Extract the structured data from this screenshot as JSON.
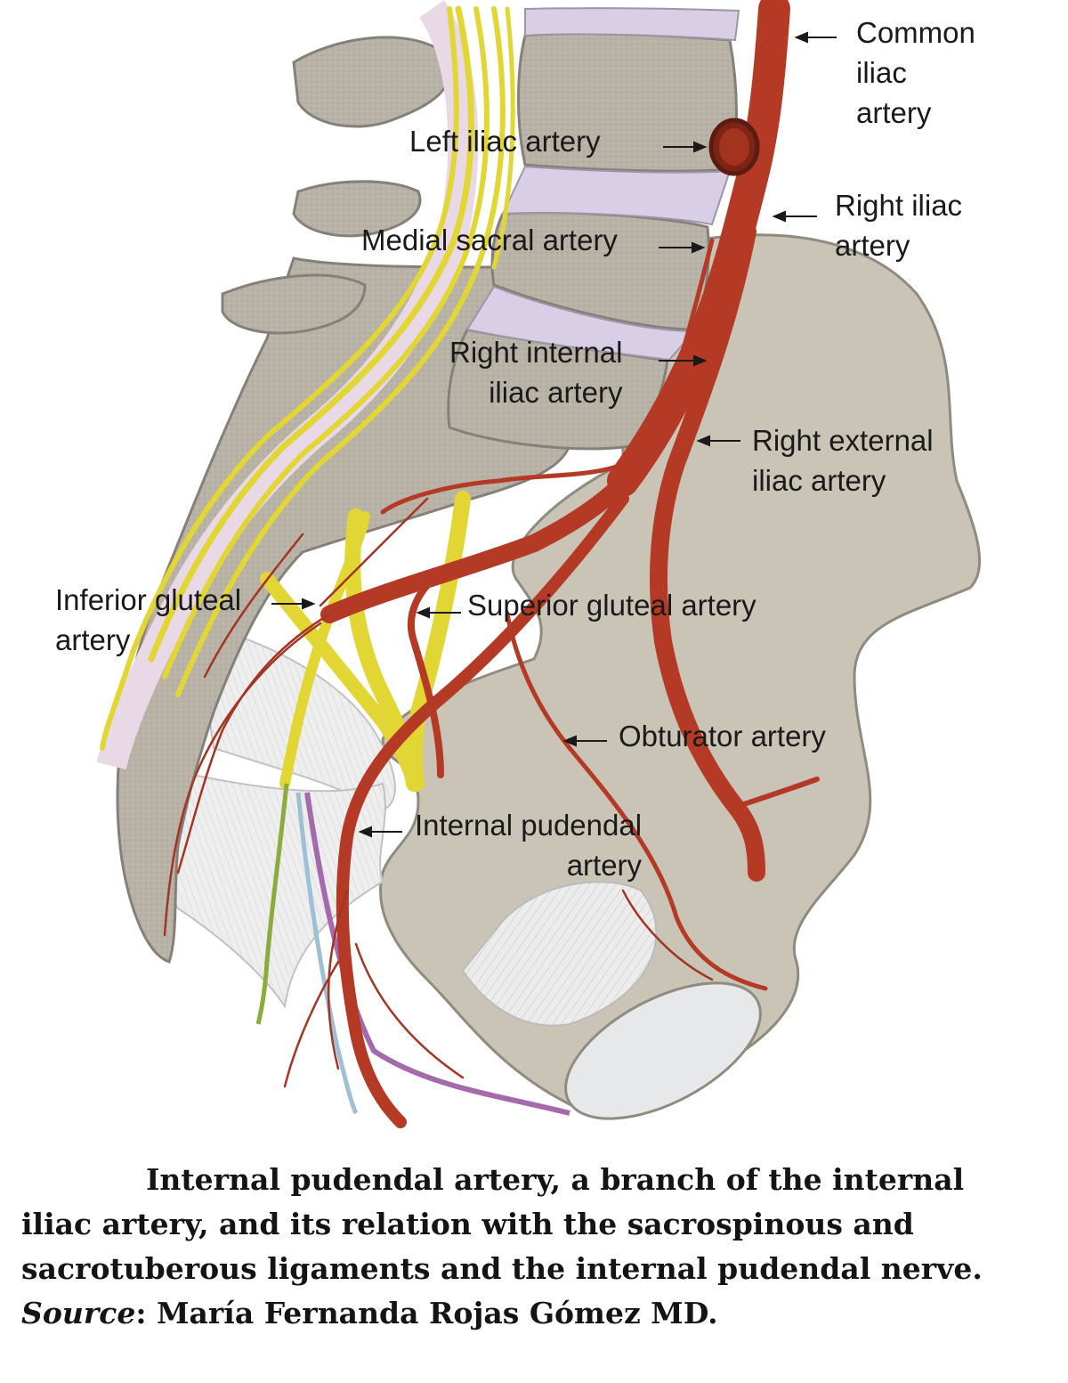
{
  "labels": {
    "common_iliac": [
      "Common",
      "iliac",
      "artery"
    ],
    "left_iliac": "Left iliac artery",
    "right_iliac": [
      "Right iliac",
      "artery"
    ],
    "medial_sacral": "Medial sacral artery",
    "right_internal_iliac": [
      "Right internal",
      "iliac artery"
    ],
    "right_external_iliac": [
      "Right external",
      "iliac artery"
    ],
    "inferior_gluteal": [
      "Inferior gluteal",
      "artery"
    ],
    "superior_gluteal": "Superior gluteal artery",
    "obturator": "Obturator artery",
    "internal_pudendal": [
      "Internal pudendal",
      "artery"
    ]
  },
  "caption": {
    "line1": "Internal pudendal artery, a branch of the internal",
    "line2": "iliac artery, and its relation with the sacrospinous and",
    "line3": "sacrotuberous ligaments and the internal pudendal nerve.",
    "source_label": "Source",
    "source_text": ": María Fernanda Rojas Gómez MD."
  },
  "colors": {
    "bone": "#cbc6b8",
    "bone_dark": "#a9a597",
    "vertebra": "#b9b5a9",
    "disc": "#d9cfe6",
    "artery": "#b53a26",
    "artery_dark": "#8e2a1b",
    "nerve": "#e4d83a",
    "ligament": "#e4e4e4"
  }
}
